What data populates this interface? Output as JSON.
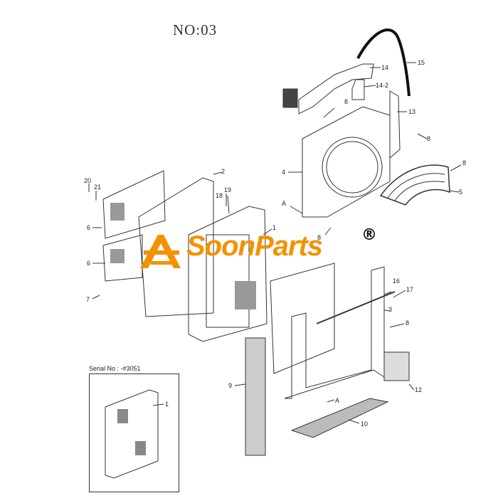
{
  "title": "NO:03",
  "serial_label": "Serial No : -#3051",
  "watermark": {
    "text": "SoonParts",
    "mark": "®",
    "color": "#f39200",
    "icon": "crane-logo-icon"
  },
  "callouts": {
    "c1": "1",
    "c1b": "1",
    "c2": "2",
    "c3": "3",
    "c4": "4",
    "c5": "5",
    "c6a": "6",
    "c6b": "6",
    "c7": "7",
    "c8a": "8",
    "c8b": "8",
    "c8c": "8",
    "c8d": "8",
    "c8e": "8",
    "c9": "9",
    "c10": "10",
    "c12": "12",
    "c13": "13",
    "c14": "14",
    "c14_2": "14-2",
    "c15": "15",
    "c16": "16",
    "c17": "17",
    "c18": "18",
    "c19": "19",
    "c20": "20",
    "c21": "21",
    "ca1": "A",
    "ca2": "A"
  }
}
